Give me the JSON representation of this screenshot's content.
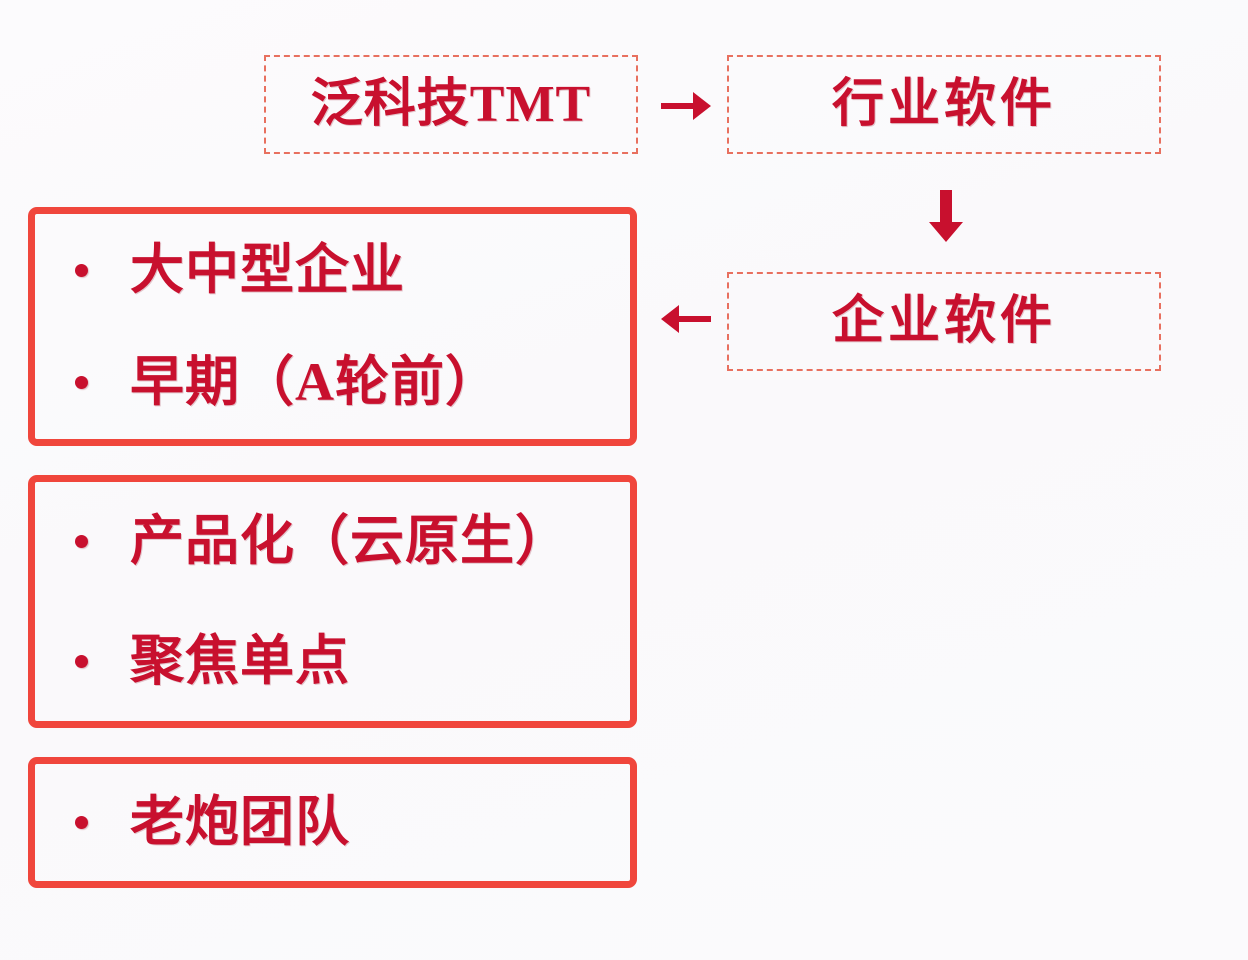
{
  "diagram": {
    "title_flow": {
      "nodes": [
        {
          "id": "tmt",
          "label": "泛科技TMT"
        },
        {
          "id": "industry",
          "label": "行业软件"
        },
        {
          "id": "enterprise",
          "label": "企业软件"
        }
      ],
      "connectors": [
        {
          "id": "tmt-to-industry",
          "glyph": "→",
          "icon": "arrow-right-icon"
        },
        {
          "id": "industry-to-enterprise",
          "glyph": "↓",
          "icon": "arrow-down-icon"
        },
        {
          "id": "enterprise-to-criteria",
          "glyph": "←",
          "icon": "arrow-left-icon"
        }
      ]
    },
    "criteria_boxes": [
      {
        "id": "target-company",
        "bullets": [
          "大中型企业",
          "早期（A轮前）"
        ]
      },
      {
        "id": "product-focus",
        "bullets": [
          "产品化（云原生）",
          "聚焦单点"
        ]
      },
      {
        "id": "team",
        "bullets": [
          "老炮团队"
        ]
      }
    ]
  },
  "colors": {
    "background": "#fbfafc",
    "text_red": "#c8102e",
    "solid_border_red": "#f0463c",
    "dashed_border_red": "#e8705f"
  }
}
